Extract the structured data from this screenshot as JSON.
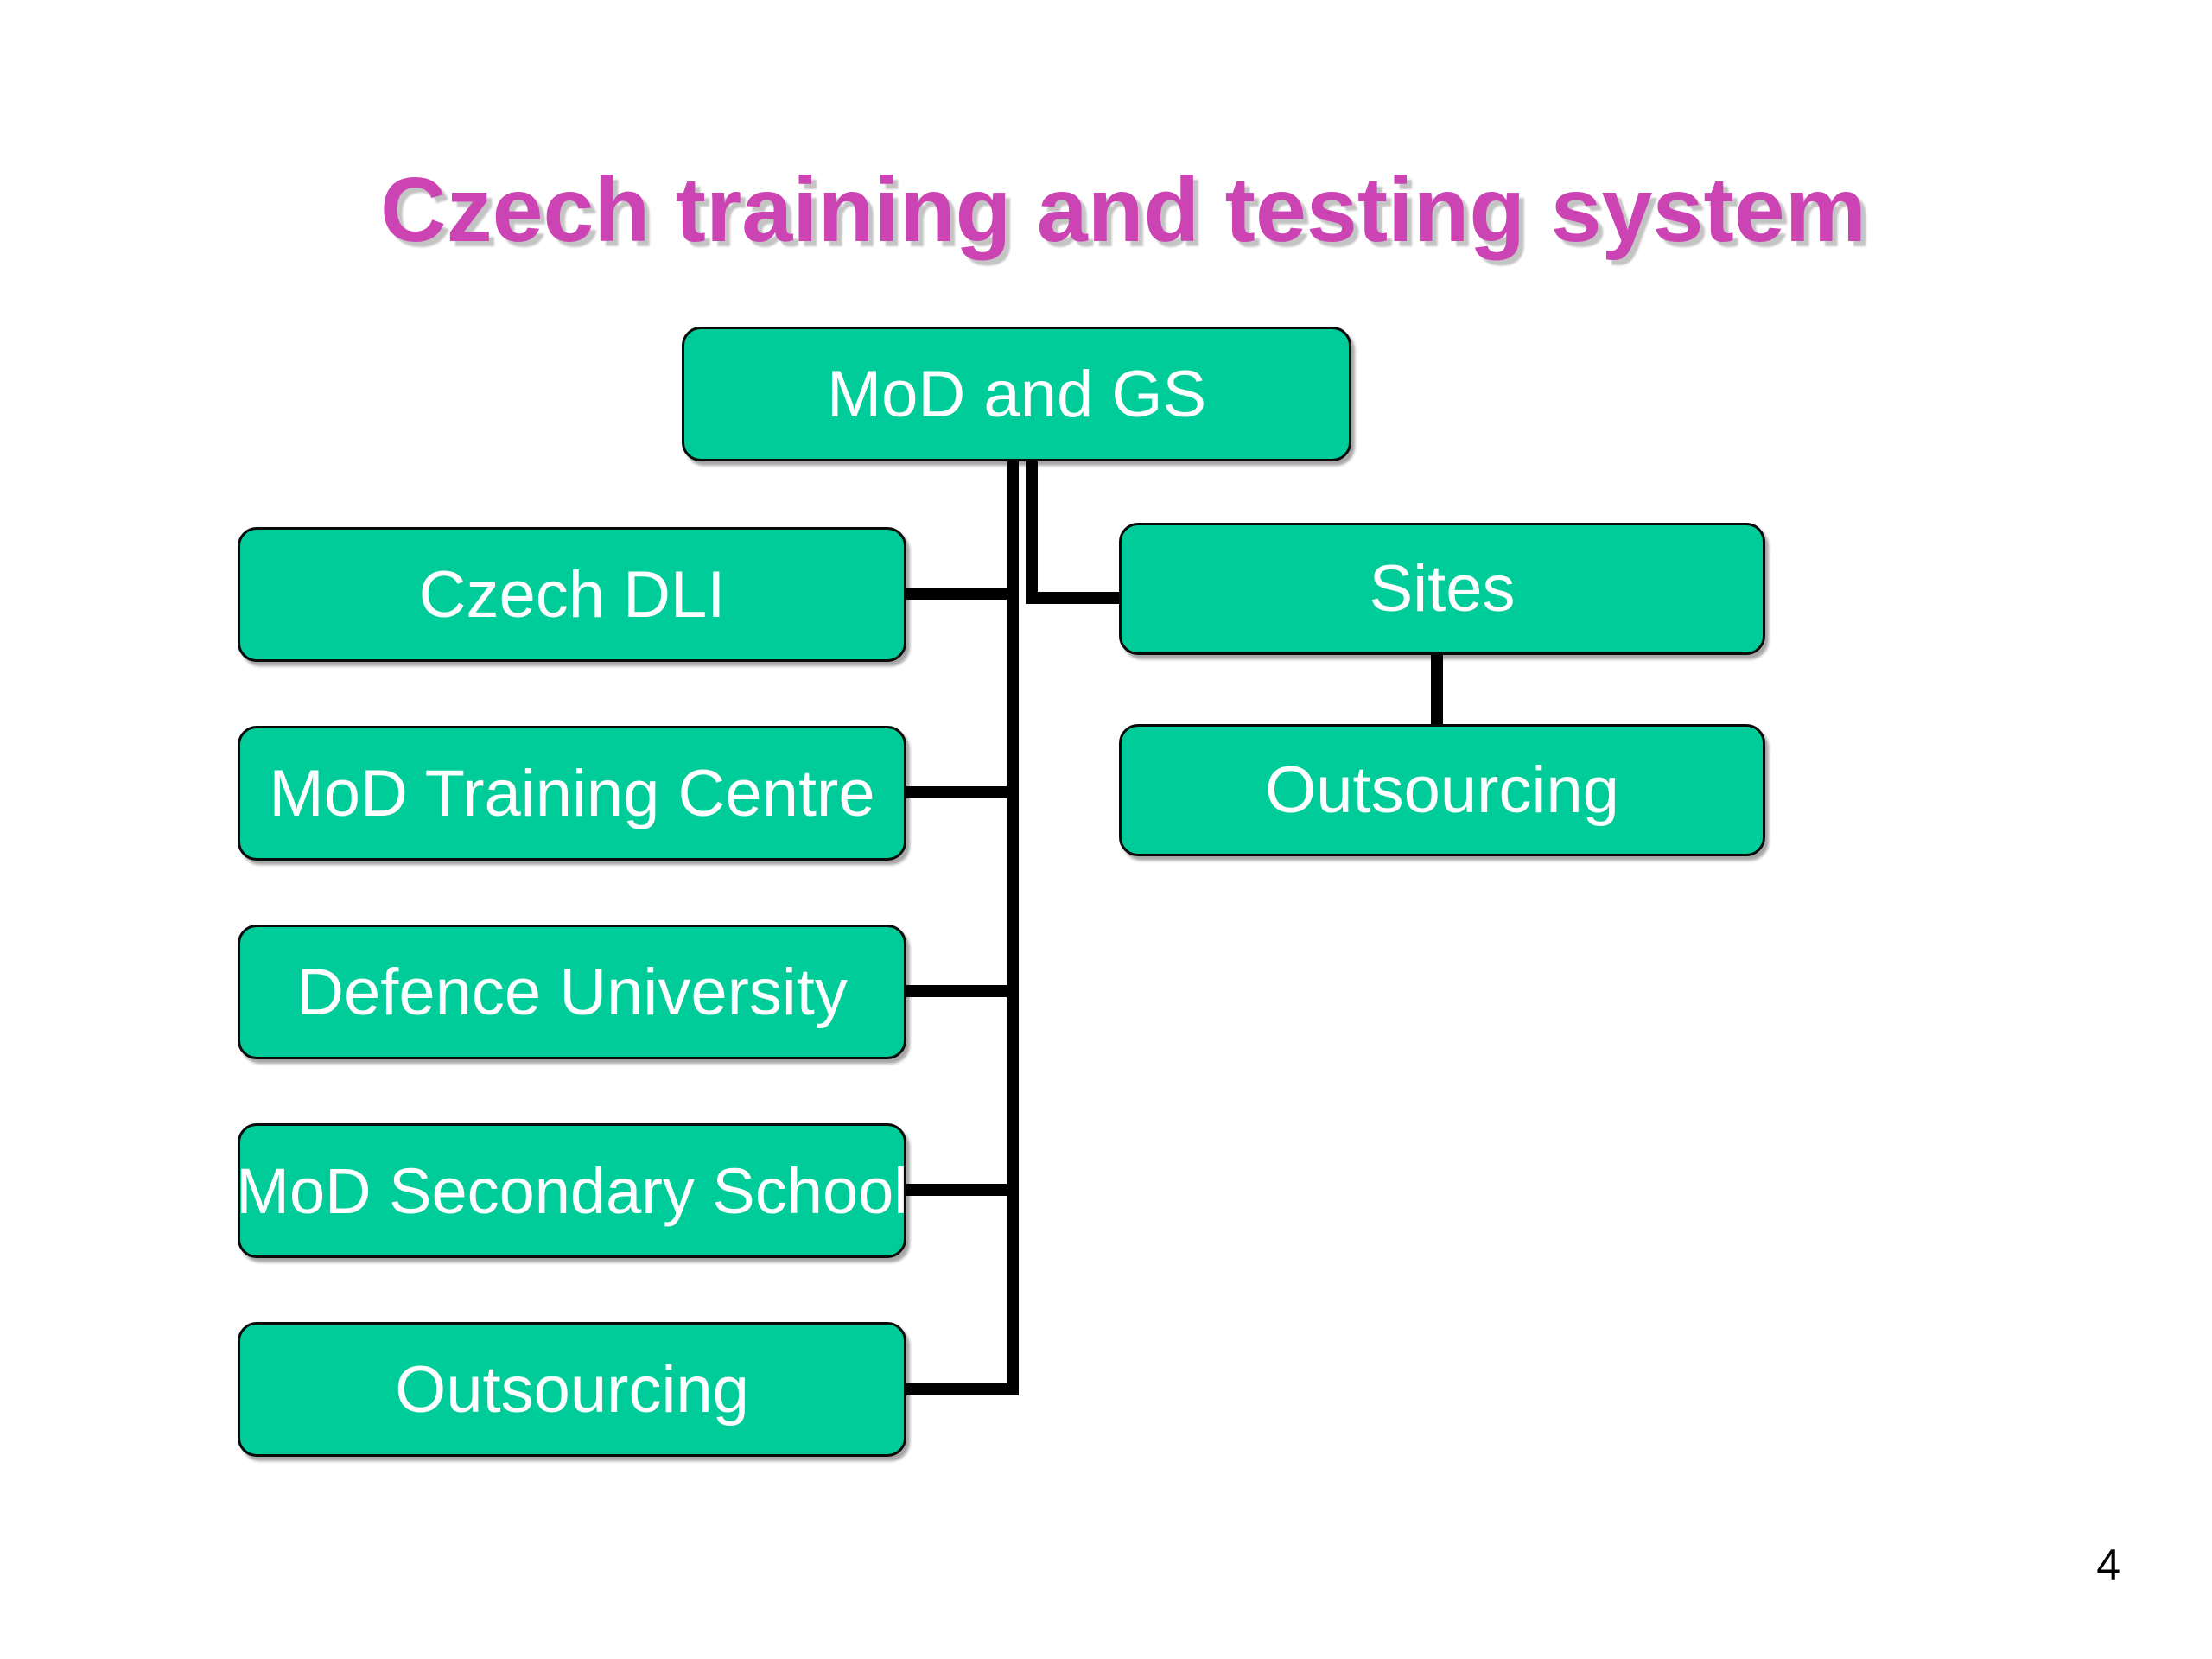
{
  "slide": {
    "title": "Czech training and testing system",
    "page_number": "4"
  },
  "colors": {
    "title": "#cc44b4",
    "node_fill": "#00cc99",
    "node_text": "#ffffff",
    "connector": "#000000"
  },
  "org_chart": {
    "root": "MoD and GS",
    "left_branch": [
      "Czech DLI",
      "MoD Training Centre",
      "Defence University",
      "MoD Secondary School",
      "Outsourcing"
    ],
    "right_branch": {
      "label": "Sites",
      "child": "Outsourcing"
    }
  }
}
